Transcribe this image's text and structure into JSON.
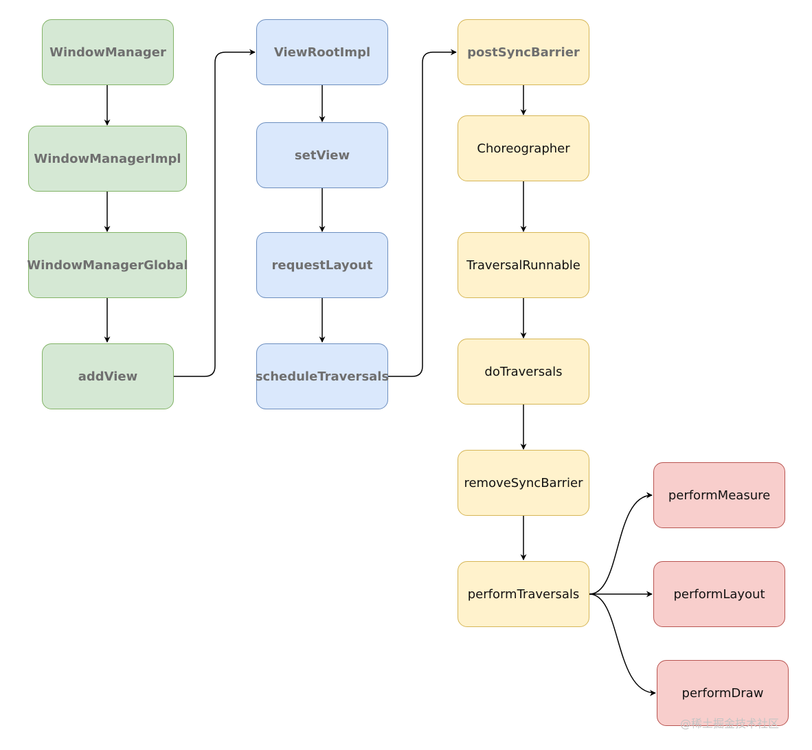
{
  "nodes": {
    "window_manager": "WindowManager",
    "window_manager_impl": "WindowManagerImpl",
    "window_manager_global": "WindowManagerGlobal",
    "add_view": "addView",
    "view_root_impl": "ViewRootImpl",
    "set_view": "setView",
    "request_layout": "requestLayout",
    "schedule_traversals": "scheduleTraversals",
    "post_sync_barrier": "postSyncBarrier",
    "choreographer": "Choreographer",
    "traversal_runnable": "TraversalRunnable",
    "do_traversals": "doTraversals",
    "remove_sync_barrier": "removeSyncBarrier",
    "perform_traversals": "performTraversals",
    "perform_measure": "performMeasure",
    "perform_layout": "performLayout",
    "perform_draw": "performDraw"
  },
  "watermark": "@稀土掘金技术社区",
  "colors": {
    "green_fill": "#d5e8d4",
    "green_stroke": "#82b366",
    "blue_fill": "#dae8fc",
    "blue_stroke": "#6c8ebf",
    "yellow_fill": "#fff2cc",
    "yellow_stroke": "#d6b656",
    "red_fill": "#f8cecc",
    "red_stroke": "#b85450",
    "edge": "#000000"
  }
}
